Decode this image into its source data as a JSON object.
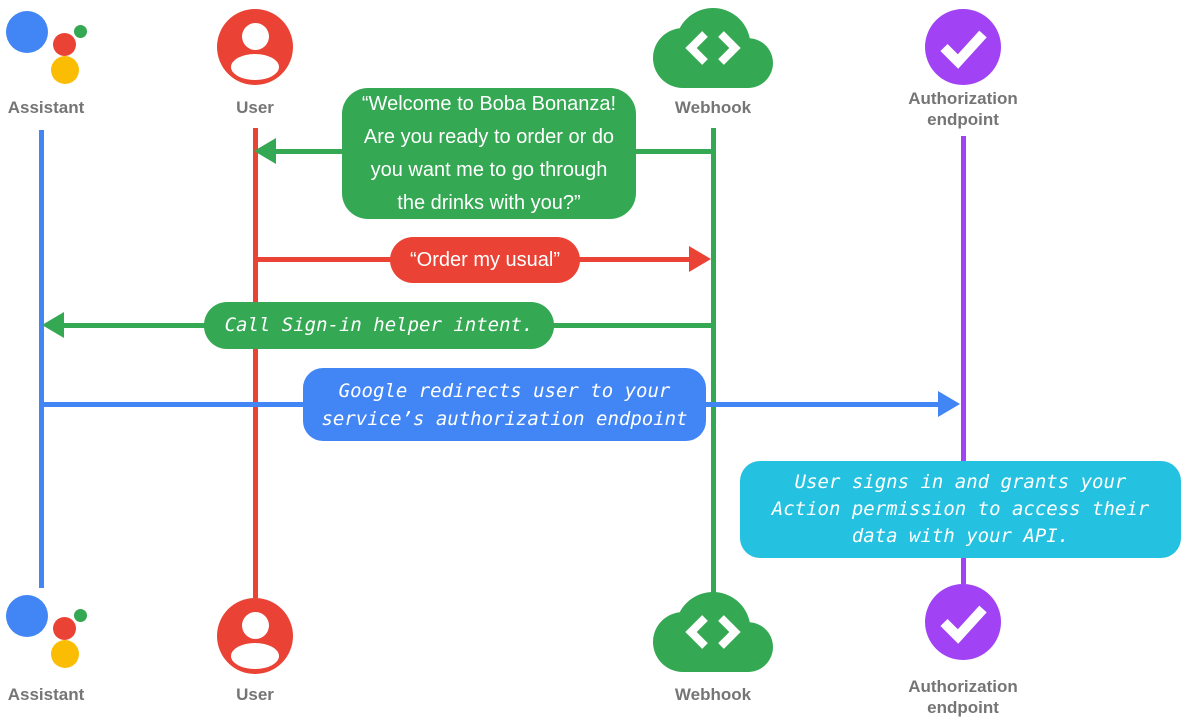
{
  "palette": {
    "blue": "#4285F4",
    "red": "#EA4335",
    "green": "#34A853",
    "yellow": "#FBBC04",
    "purple": "#A142F4",
    "cyan": "#24C1E0",
    "label_gray": "#757575",
    "bubble_text": "#ffffff"
  },
  "actors": {
    "assistant": {
      "label": "Assistant",
      "icon": "google-assistant-logo",
      "color": "#4285F4"
    },
    "user": {
      "label": "User",
      "icon": "person-circle-icon",
      "color": "#EA4335"
    },
    "webhook": {
      "label": "Webhook",
      "icon": "code-cloud-icon",
      "color": "#34A853"
    },
    "auth": {
      "label": [
        "Authorization",
        "endpoint"
      ],
      "icon": "checkmark-circle-icon",
      "color": "#A142F4"
    }
  },
  "assistant_logo_colors": {
    "blue": "#4285F4",
    "red": "#EA4335",
    "green": "#34A853",
    "yellow": "#FBBC04"
  },
  "messages": {
    "welcome": {
      "lines": [
        "“Welcome to Boba Bonanza!",
        "Are you ready to order or do",
        "you want me to go through",
        "the drinks with you?”"
      ],
      "from": "Webhook",
      "to": "User",
      "color": "#34A853"
    },
    "order": {
      "text": "“Order my usual”",
      "from": "User",
      "to": "Webhook",
      "color": "#EA4335"
    },
    "signin": {
      "text": "Call Sign-in helper intent.",
      "from": "Webhook",
      "to": "Assistant",
      "color": "#34A853"
    },
    "redirect": {
      "lines": [
        "Google redirects user to your",
        "service’s authorization endpoint"
      ],
      "from": "Assistant",
      "to": "Authorization endpoint",
      "color": "#4285F4"
    },
    "grant": {
      "lines": [
        "User signs in and grants your",
        "Action permission to access their",
        "data with your API."
      ],
      "color": "#24C1E0"
    }
  }
}
